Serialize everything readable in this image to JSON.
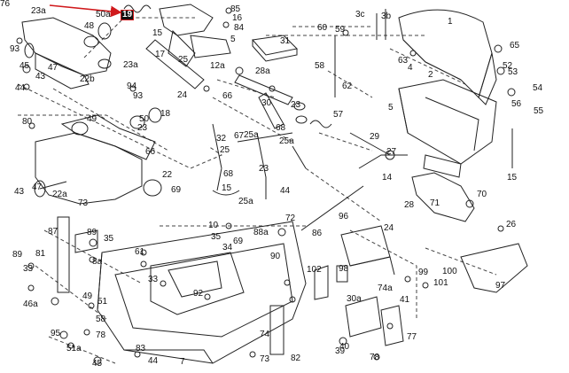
{
  "diagram": {
    "highlight_color": "#d0191c",
    "callouts": [
      "23a",
      "50a",
      "19",
      "85",
      "16",
      "84",
      "48",
      "15",
      "31",
      "5",
      "17",
      "25",
      "12a",
      "28a",
      "93",
      "45",
      "47",
      "23a",
      "44",
      "43",
      "22b",
      "94",
      "93",
      "24",
      "66",
      "30",
      "23",
      "25a",
      "80",
      "49",
      "50",
      "18",
      "23",
      "66",
      "67",
      "32",
      "25",
      "68",
      "25a",
      "68",
      "23",
      "15",
      "22",
      "69",
      "25a",
      "44",
      "43",
      "47",
      "22a",
      "73",
      "72",
      "86",
      "87",
      "89",
      "35",
      "10",
      "35",
      "34",
      "69",
      "88a",
      "89",
      "81",
      "8a",
      "61",
      "90",
      "33",
      "33",
      "92",
      "46a",
      "49",
      "51",
      "58",
      "95",
      "51a",
      "78",
      "45",
      "83",
      "44",
      "7",
      "74",
      "82",
      "73",
      "3c",
      "3b",
      "60",
      "59",
      "1",
      "65",
      "58",
      "63",
      "62",
      "4",
      "5",
      "2",
      "52",
      "53",
      "54",
      "56",
      "55",
      "57",
      "29",
      "27",
      "14",
      "70",
      "15",
      "96",
      "71",
      "26",
      "28",
      "24",
      "98",
      "102",
      "74a",
      "99",
      "101",
      "100",
      "97",
      "30a",
      "41",
      "77",
      "40",
      "78",
      "39",
      "76"
    ],
    "highlighted": "19"
  }
}
